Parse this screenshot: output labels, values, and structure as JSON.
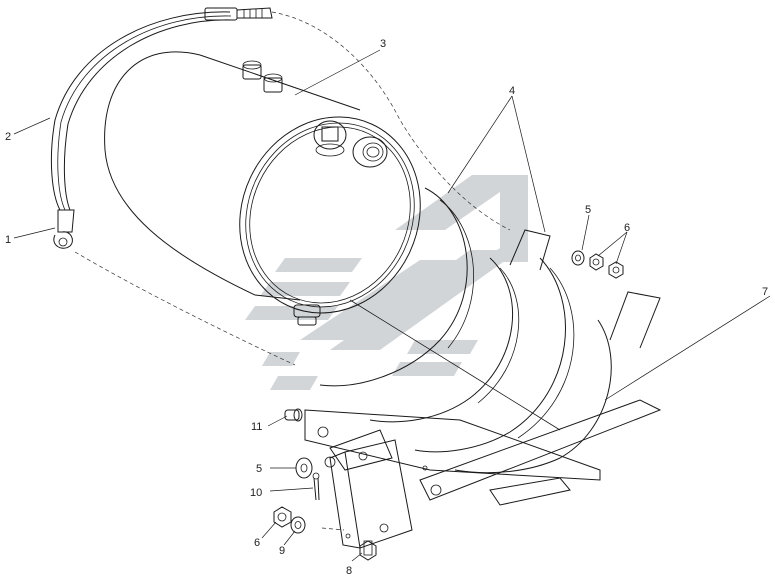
{
  "diagram": {
    "type": "exploded-assembly-drawing",
    "subject": "air receiver tank with mounting straps and bracket",
    "callouts": [
      "1",
      "2",
      "3",
      "4",
      "5",
      "6",
      "7",
      "8",
      "9",
      "10",
      "11"
    ],
    "watermark": "manufacturer-logo-watermark",
    "colors": {
      "line": "#1a1a1a",
      "watermark": "#bfc3c7",
      "background": "#ffffff"
    }
  }
}
